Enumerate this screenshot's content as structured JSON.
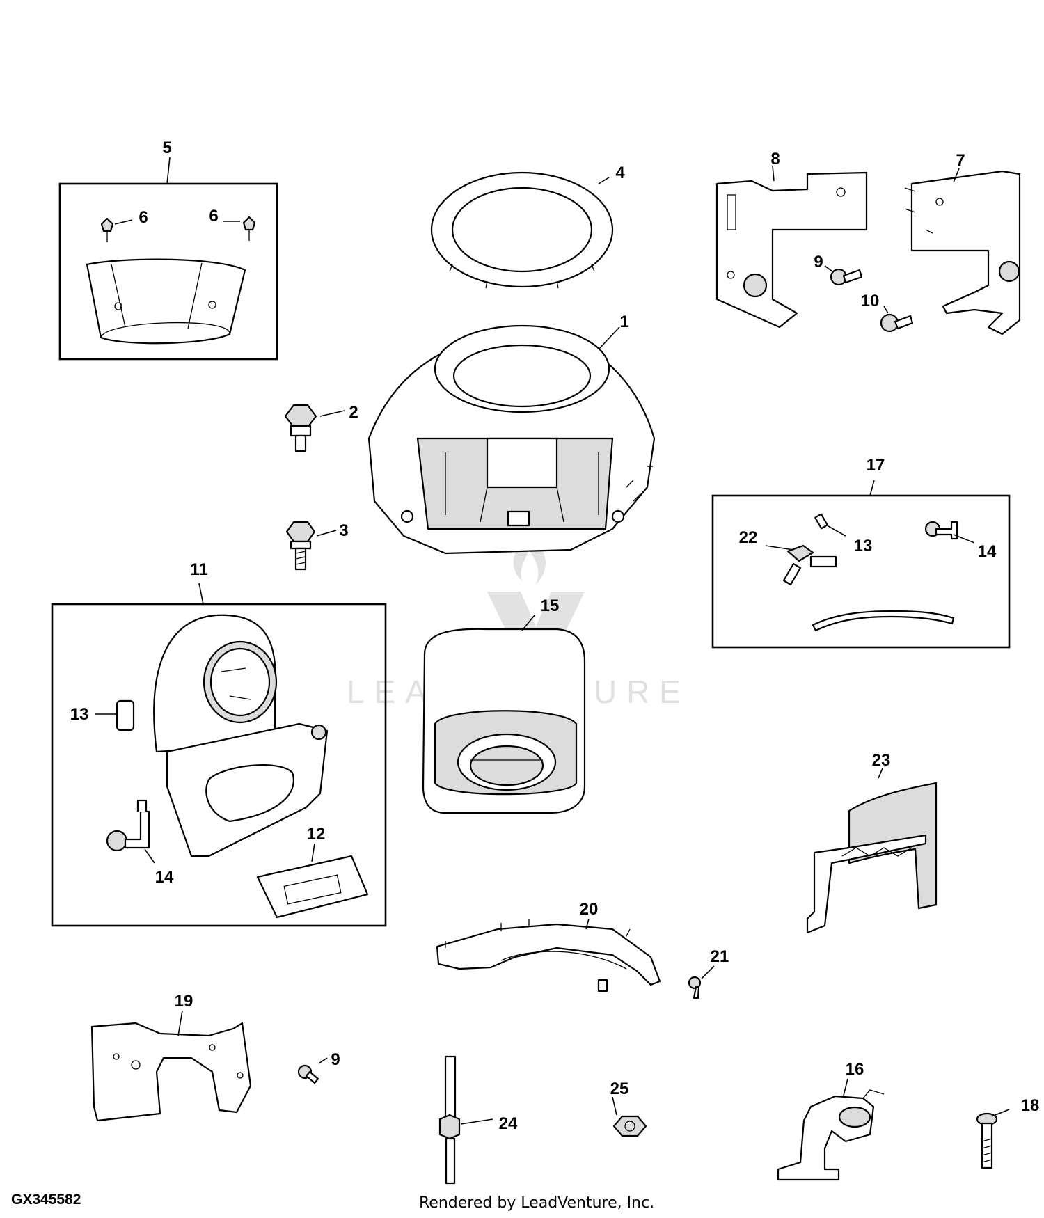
{
  "diagram": {
    "id": "GX345582",
    "credit": "Rendered by LeadVenture, Inc.",
    "watermark": "LEADVENTURE",
    "callouts": {
      "c1": "1",
      "c2": "2",
      "c3": "3",
      "c4": "4",
      "c5": "5",
      "c6a": "6",
      "c6b": "6",
      "c7": "7",
      "c8": "8",
      "c9a": "9",
      "c9b": "9",
      "c10": "10",
      "c11": "11",
      "c12": "12",
      "c13a": "13",
      "c13b": "13",
      "c14a": "14",
      "c14b": "14",
      "c15": "15",
      "c16": "16",
      "c17": "17",
      "c18": "18",
      "c19": "19",
      "c20": "20",
      "c21": "21",
      "c22": "22",
      "c23": "23",
      "c24": "24",
      "c25": "25"
    }
  }
}
